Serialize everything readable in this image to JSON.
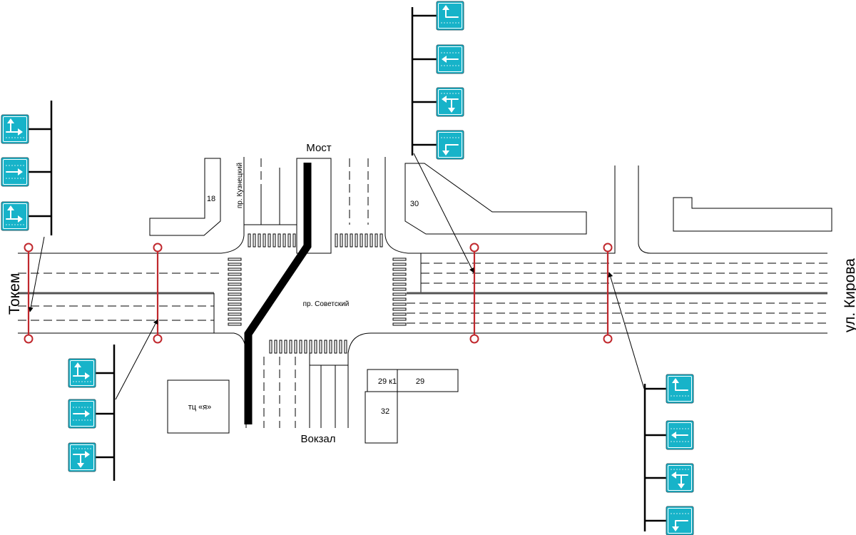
{
  "labels": {
    "street_tokem": "Токем",
    "street_kirova": "ул. Кирова",
    "bridge": "Мост",
    "station": "Вокзал",
    "avenue_kuznetsky": "пр. Кузнецкий",
    "avenue_sovetsky": "пр. Советский",
    "mall": "тц «я»"
  },
  "buildings": {
    "b18": "18",
    "b30": "30",
    "b29k1": "29 к1",
    "b29": "29",
    "b32": "32"
  },
  "colors": {
    "sign": "#17b3c9",
    "gate": "#c0282d"
  },
  "signs": [
    {
      "group": "top-left",
      "icon": "straight-and-right-lane-icon"
    },
    {
      "group": "top-left",
      "icon": "straight-lane-icon"
    },
    {
      "group": "top-left",
      "icon": "straight-and-right-lane-icon"
    },
    {
      "group": "top-center",
      "icon": "left-and-turn-lane-icon"
    },
    {
      "group": "top-center",
      "icon": "straight-lane-icon"
    },
    {
      "group": "top-center",
      "icon": "straight-and-down-lane-icon"
    },
    {
      "group": "top-center",
      "icon": "turn-down-lane-icon"
    },
    {
      "group": "bottom-left",
      "icon": "straight-and-right-lane-icon"
    },
    {
      "group": "bottom-left",
      "icon": "straight-lane-icon"
    },
    {
      "group": "bottom-left",
      "icon": "straight-and-down-lane-icon"
    },
    {
      "group": "bottom-right",
      "icon": "left-and-turn-lane-icon"
    },
    {
      "group": "bottom-right",
      "icon": "straight-lane-icon"
    },
    {
      "group": "bottom-right",
      "icon": "straight-and-down-lane-icon"
    },
    {
      "group": "bottom-right",
      "icon": "turn-down-lane-icon"
    }
  ]
}
